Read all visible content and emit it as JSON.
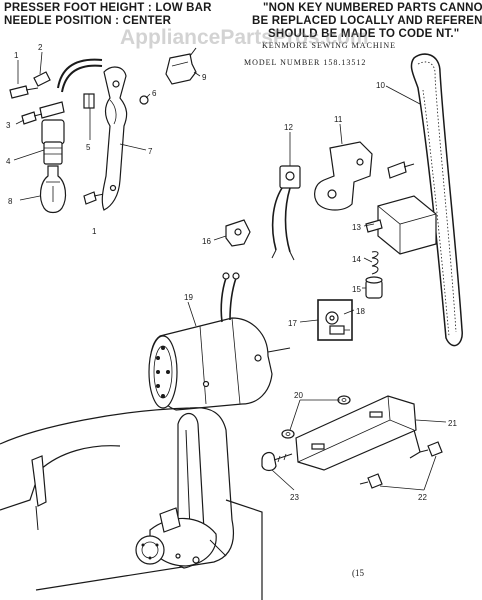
{
  "header": {
    "left_line1": "PRESSER FOOT HEIGHT : LOW BAR",
    "left_line2": "NEEDLE POSITION : CENTER",
    "right_line1": "\"NON KEY NUMBERED PARTS CANNOT",
    "right_line2": "BE REPLACED LOCALLY AND REFERENCE",
    "right_line3": "SHOULD BE MADE TO CODE NT.\"",
    "machine": "KENMORE SEWING MACHINE",
    "model": "MODEL NUMBER 158.13512"
  },
  "watermark": "AppliancePartsPros.com",
  "callouts": [
    "1",
    "2",
    "3",
    "4",
    "5",
    "6",
    "7",
    "8",
    "9",
    "10",
    "11",
    "12",
    "13",
    "14",
    "15",
    "16",
    "17",
    "18",
    "19",
    "20",
    "21",
    "22",
    "23"
  ],
  "page_number": "(15"
}
